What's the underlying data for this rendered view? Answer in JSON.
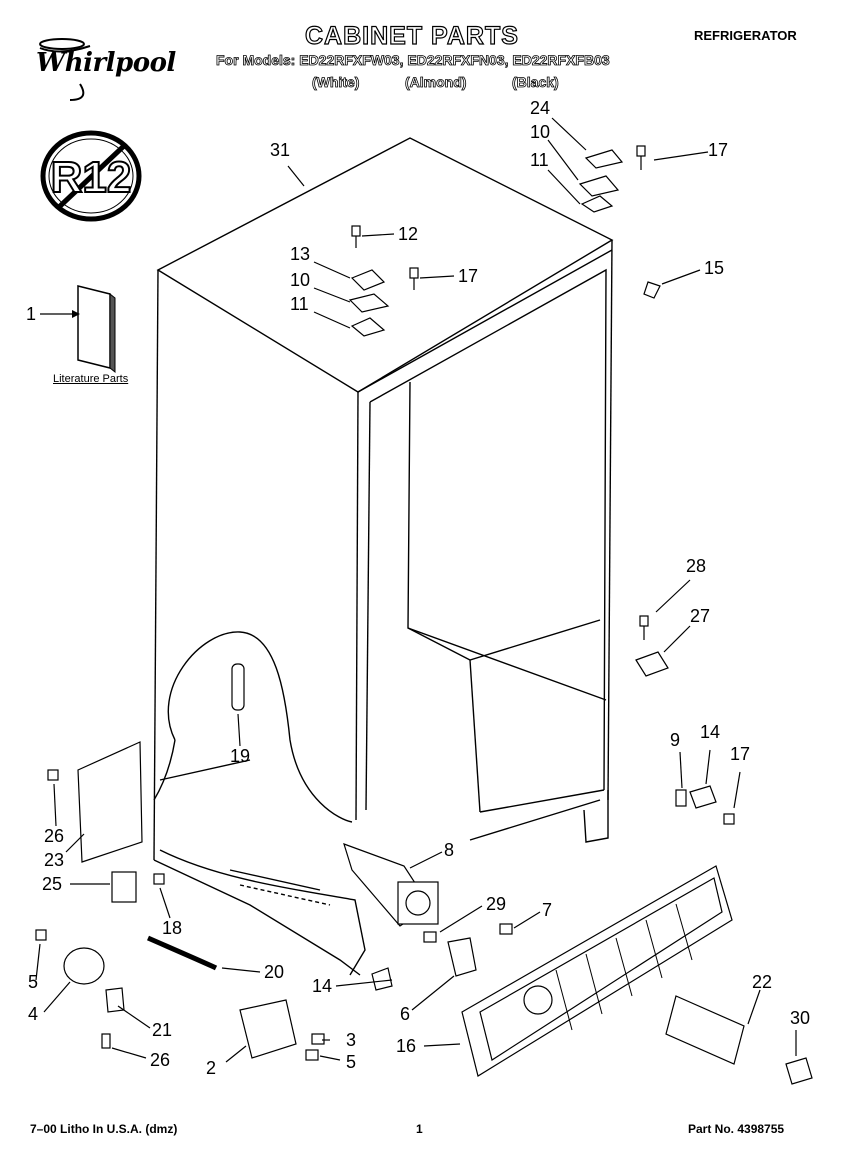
{
  "header": {
    "brand": "Whirlpool",
    "title": "CABINET PARTS",
    "category": "REFRIGERATOR",
    "models_prefix": "For Models:",
    "models": "ED22RFXFW03, ED22RFXFN03, ED22RFXFB03",
    "finishes": [
      "(White)",
      "(Almond)",
      "(Black)"
    ],
    "badge": "R12"
  },
  "literature_label": "Literature Parts",
  "callouts": [
    "31",
    "24",
    "10",
    "17",
    "11",
    "12",
    "13",
    "17",
    "10",
    "11",
    "15",
    "1",
    "28",
    "27",
    "9",
    "14",
    "17",
    "19",
    "8",
    "26",
    "23",
    "29",
    "7",
    "25",
    "18",
    "5",
    "20",
    "4",
    "14",
    "6",
    "21",
    "22",
    "30",
    "16",
    "2",
    "3",
    "5",
    "26"
  ],
  "footer": {
    "left": "7–00 Litho In U.S.A. (dmz)",
    "center": "1",
    "right": "Part No. 4398755"
  }
}
